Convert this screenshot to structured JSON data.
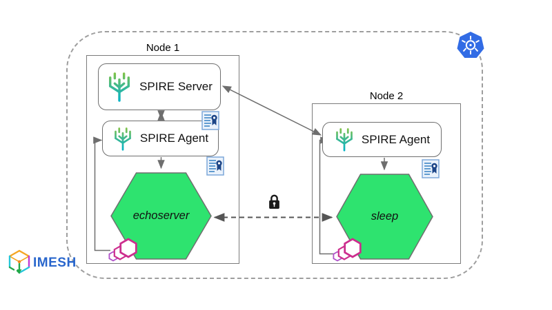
{
  "colors": {
    "workload_green": "#2ee36f",
    "hex_border": "#6e6e6e",
    "kubernetes_blue": "#326ce5",
    "spire_green": "#86c440",
    "spire_teal": "#00b3c9",
    "workload_attestor_magenta": "#cc2e8e",
    "imesh_blue": "#2966cc",
    "line_gray": "#6e6e6e",
    "dashed_border_gray": "#9e9e9e",
    "cert_ribbon_blue": "#1c4587",
    "lock_black": "#1a1a1a"
  },
  "cluster": {
    "kubernetes_icon": "kubernetes-logo",
    "nodes": [
      {
        "label": "Node 1",
        "components": {
          "spire_server": "SPIRE Server",
          "spire_agent": "SPIRE Agent",
          "workload": "echoserver"
        }
      },
      {
        "label": "Node 2",
        "components": {
          "spire_agent": "SPIRE Agent",
          "workload": "sleep"
        }
      }
    ],
    "connections": [
      {
        "from": "SPIRE Server",
        "to": "SPIRE Agent (Node 1)",
        "style": "solid-double-arrow"
      },
      {
        "from": "SPIRE Server",
        "to": "SPIRE Agent (Node 2)",
        "style": "solid-double-arrow"
      },
      {
        "from": "SPIRE Agent (Node 1)",
        "to": "echoserver",
        "style": "solid-arrow"
      },
      {
        "from": "SPIRE Agent (Node 2)",
        "to": "sleep",
        "style": "solid-arrow"
      },
      {
        "from": "workload attestor (echoserver)",
        "to": "SPIRE Agent (Node 1)",
        "style": "solid-arrow"
      },
      {
        "from": "workload attestor (sleep)",
        "to": "SPIRE Agent (Node 2)",
        "style": "solid-arrow"
      },
      {
        "from": "echoserver",
        "to": "sleep",
        "style": "dashed-double-arrow",
        "secured_by": "mtls-lock"
      }
    ]
  },
  "icons": {
    "kubernetes": "kubernetes-icon",
    "spire": "spire-logo-icon",
    "certificate": "svid-certificate-icon",
    "lock": "mtls-lock-icon",
    "workload_hexagons": "workload-attestor-icon"
  },
  "branding": {
    "logo_text": "IMESH"
  }
}
